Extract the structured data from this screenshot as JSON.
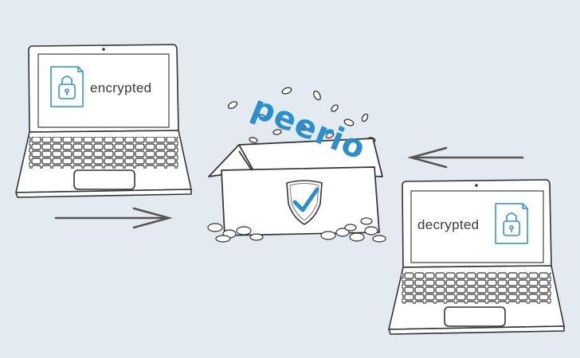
{
  "laptop_left": {
    "screen_text": "encrypted"
  },
  "laptop_right": {
    "screen_text": "decrypted"
  },
  "box": {
    "brand_text": "peerio"
  },
  "colors": {
    "accent": "#2b8fcd",
    "background": "#e4ebf0",
    "ink": "#3a3a3a",
    "arrow": "#555555"
  },
  "icons": [
    "lock-document-icon",
    "shield-check-icon",
    "arrow-right-icon",
    "arrow-left-icon"
  ]
}
